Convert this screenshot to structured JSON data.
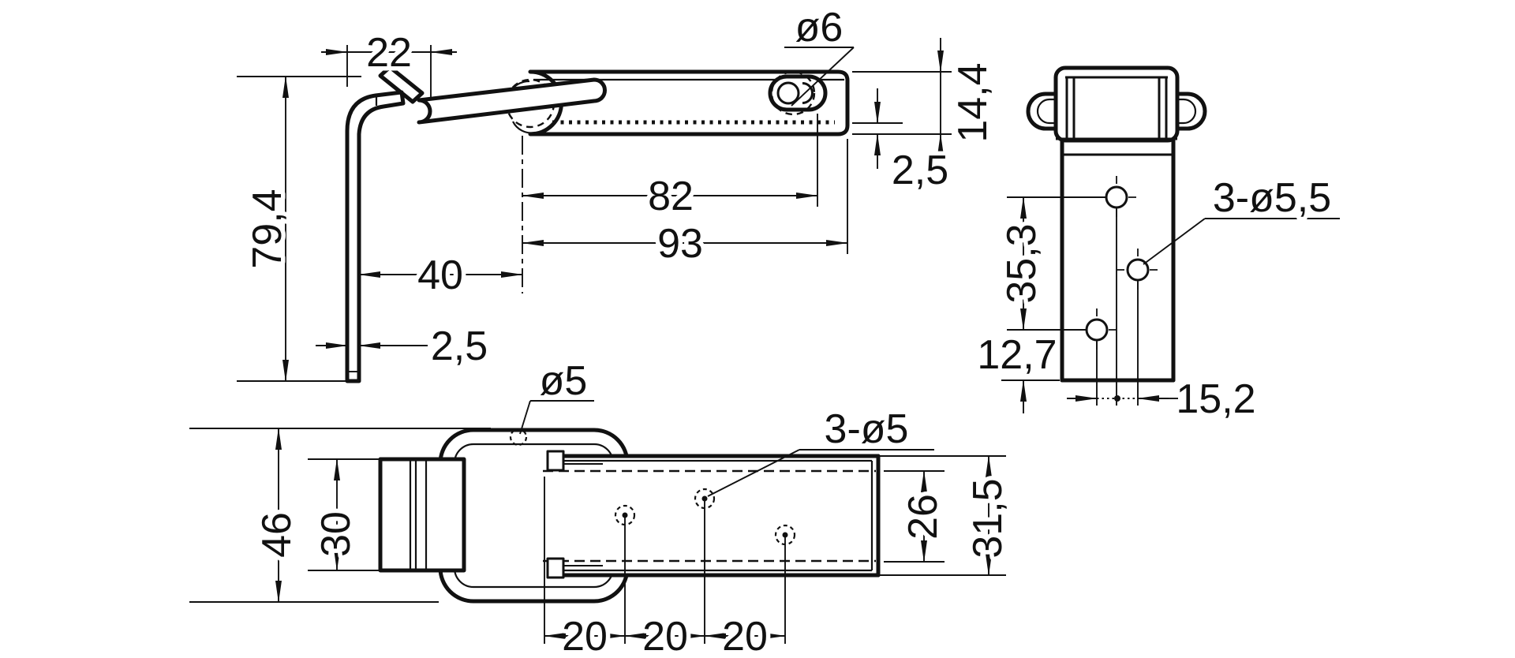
{
  "drawing": {
    "background": "#ffffff",
    "ink": "#111111",
    "views": {
      "side_view": {
        "dimensions": {
          "hook_width": "22",
          "overall_height": "79,4",
          "hook_depth": "40",
          "material_thickness": "2,5",
          "slot_center_distance": "82",
          "body_length": "93",
          "slot_diameter": "ø6",
          "body_height": "14,4",
          "base_offset": "2,5"
        }
      },
      "end_view": {
        "dimensions": {
          "hole_span_vertical": "35,3",
          "bottom_hole_offset": "12,7",
          "mounting_holes": "3-ø5,5",
          "hole_offset_horizontal": "15,2"
        }
      },
      "plan_view": {
        "dimensions": {
          "overall_width": "46",
          "hook_plate_width": "30",
          "top_hole_diameter": "ø5",
          "strip_holes": "3-ø5",
          "strip_inner_width": "26",
          "strip_overall_width": "31,5",
          "hole_pitches": [
            "20",
            "20",
            "20"
          ]
        }
      }
    }
  }
}
